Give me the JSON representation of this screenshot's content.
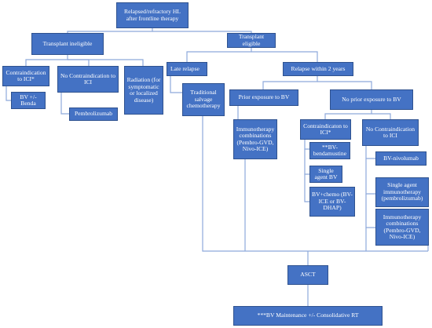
{
  "flowchart": {
    "root": "Relapsed/refractory HL after frontline therapy",
    "transplant_ineligible": "Transplant ineligible",
    "contraindication_ici_left": "Contraindication to ICI*",
    "no_contraindication_ici_left": "No Contraindication to ICI",
    "radiation": "Radiation (for symptomatic or localized disease)",
    "bv_benda": "BV +/- Benda",
    "pembrolizumab": "Pembrolizumab",
    "transplant_eligible": "Transplant eligible",
    "late_relapse": "Late relapse",
    "relapse_within_2_years": "Relapse within 2 years",
    "traditional_salvage": "Traditional salvage chemotherapy",
    "prior_exposure_bv": "Prior exposure to BV",
    "no_prior_exposure_bv": "No prior exposure to BV",
    "immunotherapy_combinations_left": "Immunotherapy combinations (Pembro-GVD, Nivo-ICE)",
    "contraindication_ici_right": "Contraindicaton to ICI*",
    "no_contraindication_ici_right": "No Contraindication to ICI",
    "bv_bendamustine": "**BV-bendamustine",
    "single_agent_bv": "Single agent BV",
    "bv_chemo": "BV+chemo (BV-ICE or BV-DHAP)",
    "bv_nivolumab": "BV-nivolumab",
    "single_agent_immunotherapy": "Single agent immunotherapy (pembrolizumab)",
    "immunotherapy_combinations_right": "Immunotherapy combinations (Pembro-GVD, Nivo-ICE)",
    "asct": "ASCT",
    "bv_maintenance": "***BV Maintenance +/- Consolidative RT"
  },
  "colors": {
    "box_fill": "#4472c4",
    "box_border": "#2f528f",
    "box_text": "#ffffff",
    "connector": "#8ea9db"
  }
}
